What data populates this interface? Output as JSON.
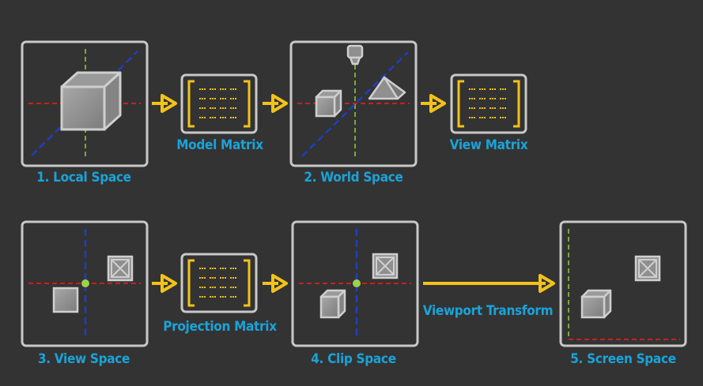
{
  "colors": {
    "background": "#333333",
    "panel_border": "#c8c8c8",
    "label": "#1aa3d9",
    "arrow": "#f2c21b",
    "matrix": "#f2c21b",
    "axis_x": "#c8201e",
    "axis_y": "#7ea63a",
    "axis_z": "#1e3fbf",
    "cube": "#8f8f8f",
    "cube_edge": "#cfcfcf",
    "origin": "#9bd34a"
  },
  "labels": {
    "local_space": "1. Local Space",
    "model_matrix": "Model Matrix",
    "world_space": "2. World Space",
    "view_matrix": "View Matrix",
    "view_space": "3. View Space",
    "projection_matrix": "Projection Matrix",
    "clip_space": "4. Clip Space",
    "viewport_transform": "Viewport Transform",
    "screen_space": "5. Screen Space"
  }
}
